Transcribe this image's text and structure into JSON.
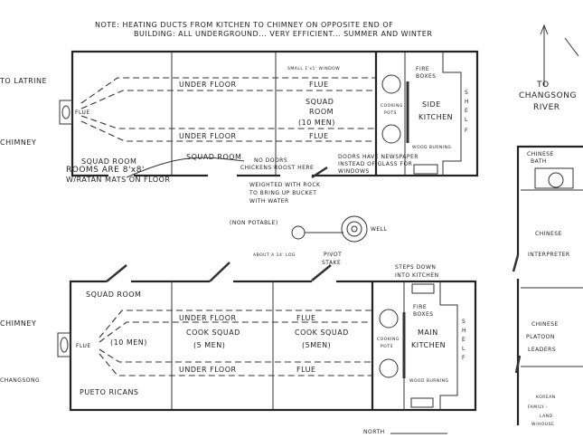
{
  "note": {
    "line1": "NOTE:  HEATING DUCTS FROM KITCHEN TO CHIMNEY ON OPPOSITE END OF",
    "line2": "BUILDING: ALL UNDERGROUND... VERY EFFICIENT...   SUMMER AND WINTER"
  },
  "north": {
    "label1": "TO",
    "label2": "CHANGSONG",
    "label3": "RIVER"
  },
  "top_building": {
    "latrine": "TO LATRINE",
    "chimney": "CHIMNEY",
    "flue_end": "FLUE",
    "under_floor_1": "UNDER  FLOOR",
    "under_floor_2": "UNDER  FLOOR",
    "window": "SMALL 1'x1' WINDOW",
    "flue_1": "FLUE",
    "flue_2": "FLUE",
    "squad_room_10_1": "SQUAD",
    "squad_room_10_2": "ROOM",
    "squad_room_10_3": "(10 MEN)",
    "squad_room_1": "SQUAD ROOM",
    "squad_room_2": "SQUAD ROOM",
    "cooking_pots_1": "COOKING",
    "cooking_pots_2": "POTS",
    "fire_boxes_1": "FIRE",
    "fire_boxes_2": "BOXES",
    "wood_burning": "WOOD BURNING",
    "side_kitchen_1": "SIDE",
    "side_kitchen_2": "KITCHEN",
    "shelf": [
      "S",
      "H",
      "E",
      "L",
      "F"
    ]
  },
  "annotations": {
    "rooms_1": "ROOMS ARE 8'x8'",
    "rooms_2": "W/RATAN MATS ON FLOOR",
    "no_doors_1": "NO DOORS",
    "no_doors_2": "CHICKENS ROOST HERE",
    "doors_1": "DOORS HAVE NEWSPAPER",
    "doors_2": "INSTEAD OF GLASS FOR",
    "doors_3": "WINDOWS",
    "weighted_1": "WEIGHTED WITH ROCK",
    "weighted_2": "TO BRING UP BUCKET",
    "weighted_3": "WITH WATER",
    "non_potable": "(NON POTABLE)",
    "log": "ABOUT A 14' LOG",
    "pivot_1": "PIVOT",
    "pivot_2": "STAKE",
    "well": "WELL",
    "steps_1": "STEPS DOWN",
    "steps_2": "INTO KITCHEN",
    "north_label": "NORTH"
  },
  "bottom_building": {
    "chimney": "CHIMNEY",
    "changsong": "CHANGSONG",
    "flue_end": "FLUE",
    "squad_room": "SQUAD ROOM",
    "ten_men": "(10 MEN)",
    "puerto_ricans": "PUETO RICANS",
    "under_floor_1": "UNDER  FLOOR",
    "under_floor_2": "UNDER  FLOOR",
    "cook_squad_1a": "COOK SQUAD",
    "cook_squad_1b": "(5 MEN)",
    "flue_1": "FLUE",
    "flue_2": "FLUE",
    "cook_squad_2a": "COOK SQUAD",
    "cook_squad_2b": "(5MEN)",
    "cooking_pots_1": "COOKING",
    "cooking_pots_2": "POTS",
    "fire_boxes_1": "FIRE",
    "fire_boxes_2": "BOXES",
    "wood_burning": "WOOD BURNING",
    "main_kitchen_1": "MAIN",
    "main_kitchen_2": "KITCHEN",
    "shelf": [
      "S",
      "H",
      "E",
      "L",
      "F"
    ]
  },
  "right_building": {
    "bath_1": "CHINESE",
    "bath_2": "BATH",
    "interpreter_1": "CHINESE",
    "interpreter_2": "INTERPRETER",
    "leaders_1": "CHINESE",
    "leaders_2": "PLATOON",
    "leaders_3": "LEADERS",
    "korean_1": "KOREAN",
    "korean_2": "FAMILY -",
    "korean_3": "LAND",
    "korean_4": "W/HOUSE"
  }
}
